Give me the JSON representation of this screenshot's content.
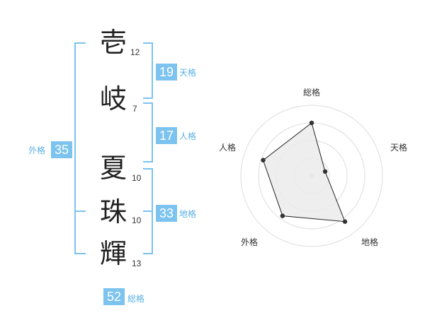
{
  "name_chars": [
    {
      "char": "壱",
      "strokes": "12"
    },
    {
      "char": "岐",
      "strokes": "7"
    },
    {
      "char": "夏",
      "strokes": "10"
    },
    {
      "char": "珠",
      "strokes": "10"
    },
    {
      "char": "輝",
      "strokes": "13"
    }
  ],
  "fortunes": {
    "tenkaku": {
      "value": "19",
      "label": "天格"
    },
    "jinkaku": {
      "value": "17",
      "label": "人格"
    },
    "chikaku": {
      "value": "33",
      "label": "地格"
    },
    "gaikaku": {
      "value": "35",
      "label": "外格"
    },
    "soukaku": {
      "value": "52",
      "label": "総格"
    }
  },
  "colors": {
    "accent": "#7cc3ef",
    "accent_text": "#5ab1e3",
    "polygon_fill": "#ebebeb",
    "polygon_stroke": "#222222"
  },
  "chart_data": {
    "type": "radar",
    "axes": [
      "総格",
      "天格",
      "地格",
      "外格",
      "人格"
    ],
    "values": [
      0.75,
      0.2,
      0.8,
      0.7,
      0.72
    ],
    "rings": 4,
    "range": [
      0,
      1
    ]
  }
}
